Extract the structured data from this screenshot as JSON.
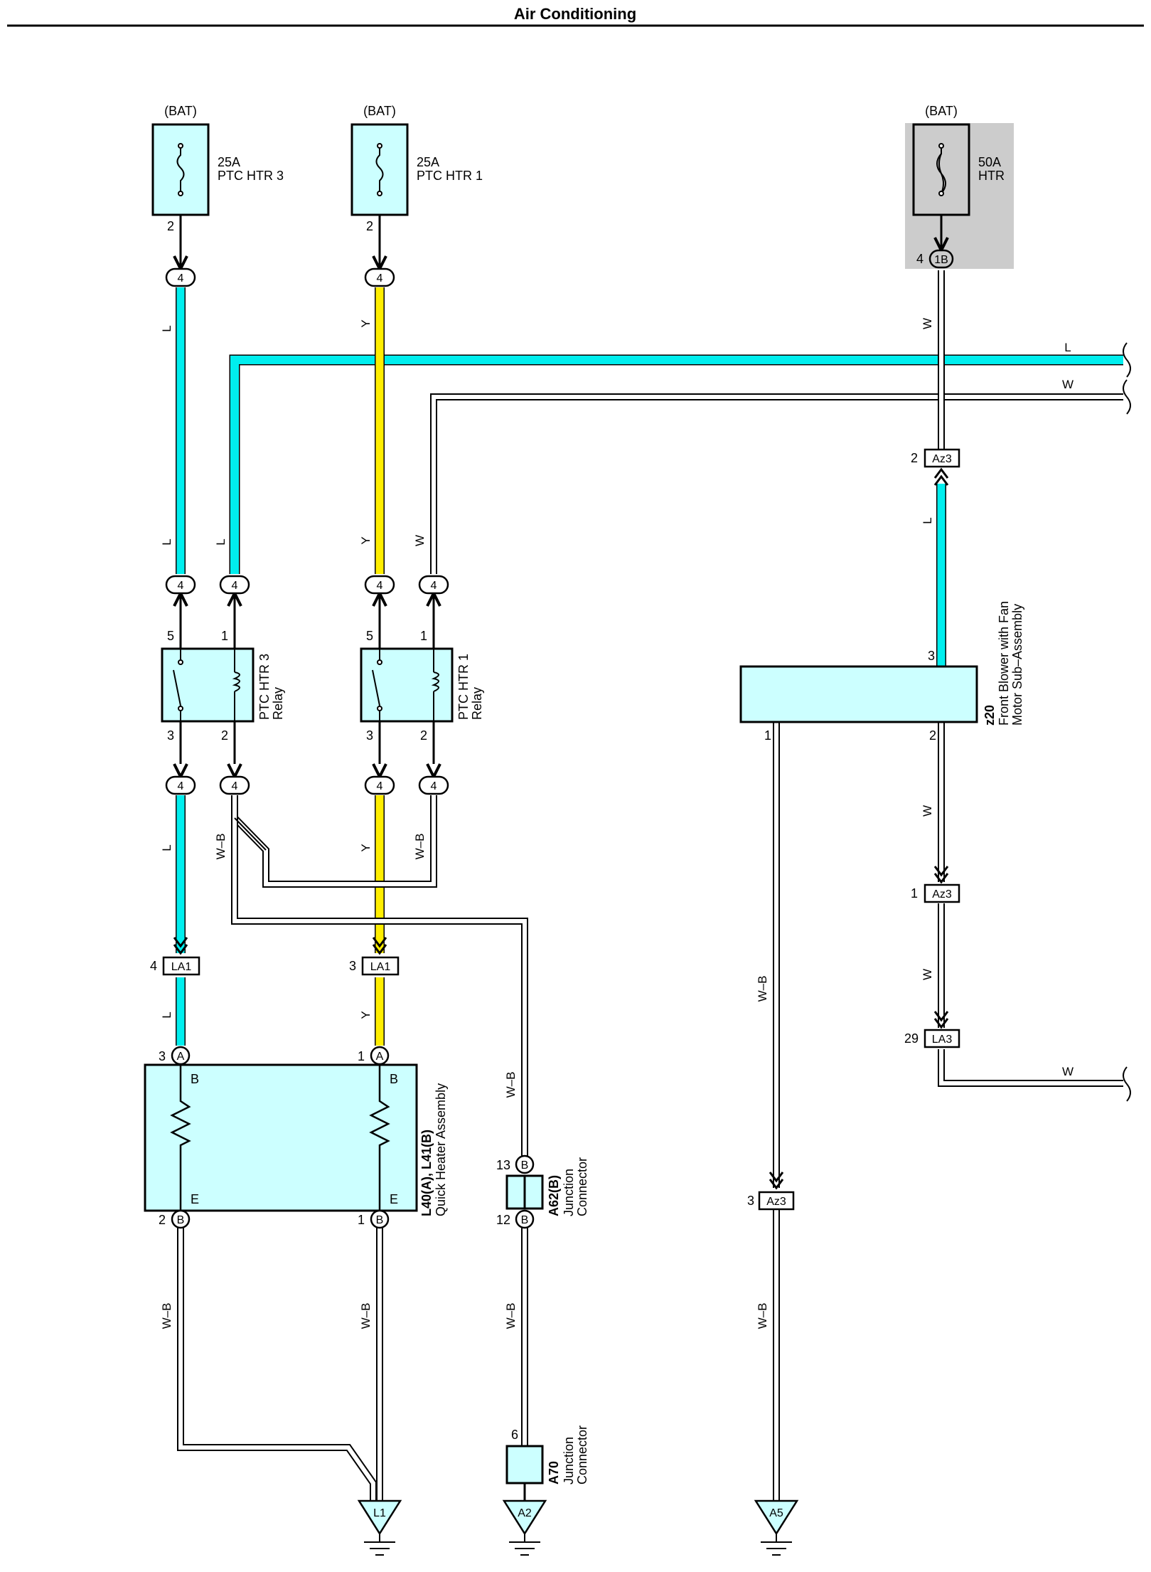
{
  "title": "Air Conditioning",
  "colors": {
    "light_blue": "#00eeee",
    "yellow": "#ffee00",
    "component_fill": "#ccffff",
    "shade": "#cccccc"
  },
  "fuses": [
    {
      "source": "(BAT)",
      "rating": "25A",
      "name": "PTC HTR 3",
      "pin": "2"
    },
    {
      "source": "(BAT)",
      "rating": "25A",
      "name": "PTC HTR 1",
      "pin": "2"
    },
    {
      "source": "(BAT)",
      "rating": "50A",
      "name": "HTR",
      "pin": "4",
      "connector": "1B"
    }
  ],
  "wire_colors": {
    "L": "L",
    "Y": "Y",
    "W": "W",
    "WB": "W–B"
  },
  "relays": [
    {
      "name": "PTC HTR 3",
      "sub": "Relay",
      "pins": [
        "5",
        "1",
        "3",
        "2"
      ]
    },
    {
      "name": "PTC HTR 1",
      "sub": "Relay",
      "pins": [
        "5",
        "1",
        "3",
        "2"
      ]
    }
  ],
  "connector_4": "4",
  "splices": {
    "la1_left": {
      "id": "LA1",
      "pin": "4"
    },
    "la1_right": {
      "id": "LA1",
      "pin": "3"
    },
    "az3_top": {
      "id": "Az3",
      "pin": "2"
    },
    "az3_mid": {
      "id": "Az3",
      "pin": "1"
    },
    "la3": {
      "id": "LA3",
      "pin": "29"
    },
    "az3_bottom": {
      "id": "Az3",
      "pin": "3"
    }
  },
  "heater": {
    "code": "L40(A), L41(B)",
    "name": "Quick Heater Assembly",
    "pin_a_left": "3",
    "pin_a_right": "1",
    "pin_b_left": "2",
    "pin_b_right": "1",
    "conn_a": "A",
    "conn_b": "B",
    "inner_b": "B",
    "inner_e": "E"
  },
  "blower": {
    "code": "z20",
    "name1": "Front Blower with Fan",
    "name2": "Motor Sub–Assembly",
    "pin_top": "3",
    "pin_left": "1",
    "pin_right": "2"
  },
  "junction_a62": {
    "code": "A62(B)",
    "name1": "Junction",
    "name2": "Connector",
    "pin_top": "13",
    "pin_bottom": "12",
    "conn": "B"
  },
  "junction_a70": {
    "code": "A70",
    "name1": "Junction",
    "name2": "Connector",
    "pin": "6"
  },
  "grounds": [
    "L1",
    "A2",
    "A5"
  ]
}
